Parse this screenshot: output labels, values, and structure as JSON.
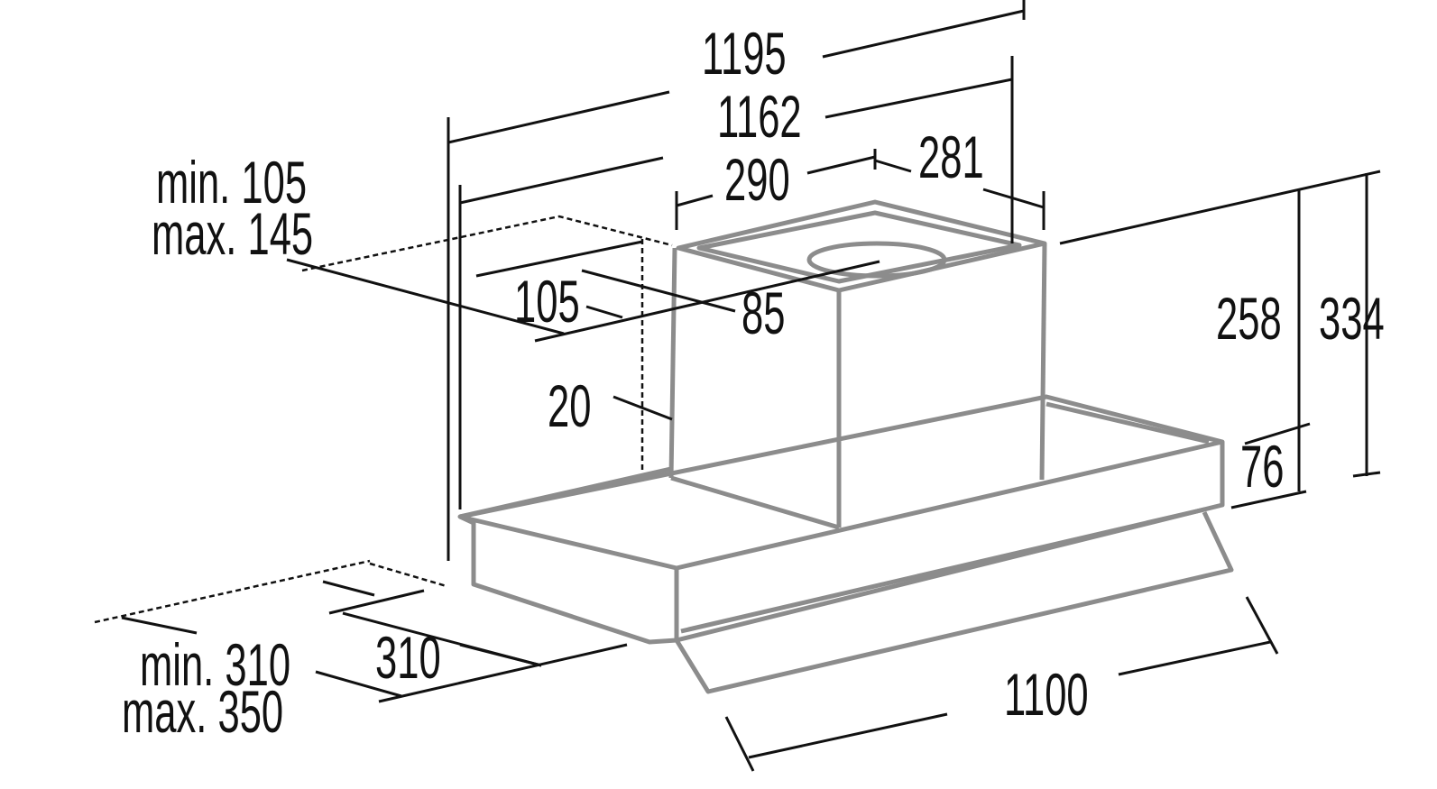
{
  "title": "Range hood dimension drawing",
  "dimensions": {
    "width_overall": "1195",
    "width_inner": "1162",
    "chimney_width": "290",
    "chimney_depth": "281",
    "wall_offset_min": "min. 105",
    "wall_offset_max": "max. 145",
    "outlet_offset_105": "105",
    "outlet_offset_85": "85",
    "chimney_offset": "20",
    "height_258": "258",
    "height_334": "334",
    "body_height": "76",
    "depth_310": "310",
    "depth_min": "min. 310",
    "depth_max": "max. 350",
    "body_width": "1100"
  },
  "colors": {
    "drawing": "#8c8c8c",
    "dimension": "#111111"
  }
}
